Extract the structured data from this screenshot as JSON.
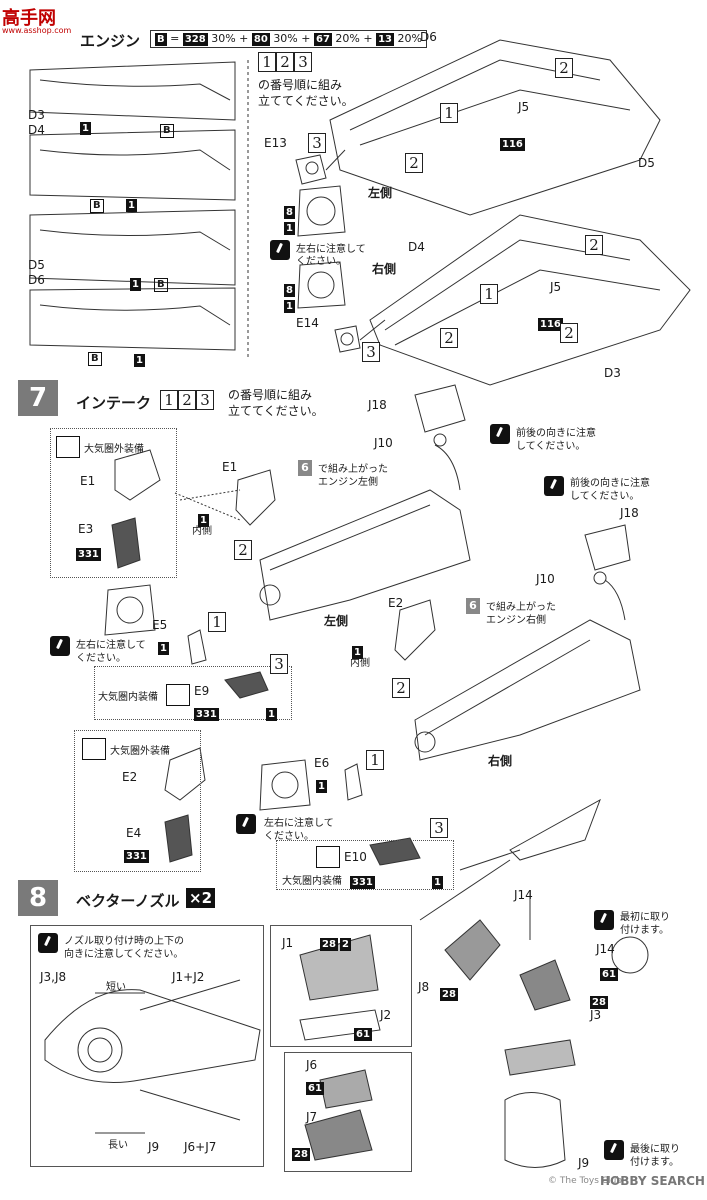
{
  "watermark": {
    "logo": "高手网",
    "url": "www.asshop.com"
  },
  "step6": {
    "title": "エンジン",
    "paint_formula": [
      "B",
      "=",
      "328",
      "30%",
      "+",
      "80",
      "30%",
      "+",
      "67",
      "20%",
      "+",
      "13",
      "20%"
    ],
    "order_text_1": "の番号順に組み",
    "order_text_2": "立ててください。",
    "order_nums": [
      "1",
      "2",
      "3"
    ],
    "left_labels": [
      "D3",
      "D4",
      "D5",
      "D6"
    ],
    "left_marks": [
      "1",
      "B",
      "B",
      "1",
      "1",
      "B",
      "B",
      "1"
    ],
    "parts": [
      "D6",
      "J5",
      "116",
      "D5",
      "E13",
      "8",
      "1",
      "左側",
      "D4",
      "右側",
      "J5",
      "116",
      "8",
      "1",
      "E14",
      "D3"
    ],
    "caution": "左右に注意して ください。",
    "caution_l1": "左右に注意して",
    "caution_l2": "ください。",
    "step_labels": [
      "1",
      "2",
      "2",
      "3",
      "2",
      "1",
      "2",
      "3",
      "2"
    ]
  },
  "step7": {
    "num": "7",
    "title": "インテーク",
    "order_text_1": "の番号順に組み",
    "order_text_2": "立ててください。",
    "outer_equip": "大気圏外装備",
    "inner_equip": "大気圏内装備",
    "outer_equip_2": "大気圏外装備",
    "inner_equip_2": "大気圏内装備",
    "parts_left": [
      "E1",
      "E3",
      "331",
      "E1",
      "1",
      "内側",
      "E5",
      "1",
      "E9",
      "331",
      "1",
      "E2",
      "E4",
      "331",
      "E2",
      "1",
      "内側",
      "E6",
      "1",
      "E10",
      "331",
      "1"
    ],
    "engine_left": "で組み上がった",
    "engine_left_2": "エンジン左側",
    "engine_right": "で組み上がった",
    "engine_right_2": "エンジン右側",
    "ref_step": "6",
    "side_left": "左側",
    "side_right": "右側",
    "caution_lr_1": "左右に注意して",
    "caution_lr_2": "ください。",
    "caution_fb_1": "前後の向きに注意",
    "caution_fb_2": "してください。",
    "parts_right": [
      "J18",
      "J10",
      "J18",
      "J10"
    ],
    "step_labels": [
      "2",
      "1",
      "3",
      "2",
      "1",
      "3"
    ]
  },
  "step8": {
    "num": "8",
    "title": "ベクターノズル",
    "qty": "×2",
    "note_1": "ノズル取り付け時の上下の",
    "note_2": "向きに注意してください。",
    "labels": [
      "J3,J8",
      "短い",
      "J1+J2",
      "長い",
      "J9",
      "J6+J7"
    ],
    "parts_box1": [
      "J1",
      "28",
      "2",
      "J2",
      "61"
    ],
    "parts_box2": [
      "J6",
      "61",
      "J7",
      "28"
    ],
    "parts_right": [
      "J14",
      "J8",
      "28",
      "28",
      "J3",
      "J9"
    ],
    "first_1": "最初に取り",
    "first_2": "付けます。",
    "last_1": "最後に取り",
    "last_2": "付けます。",
    "j14_detail": [
      "J14",
      "61"
    ]
  },
  "footer": {
    "copyright": "© The Toys Club",
    "brand": "HOBBY SEARCH"
  }
}
